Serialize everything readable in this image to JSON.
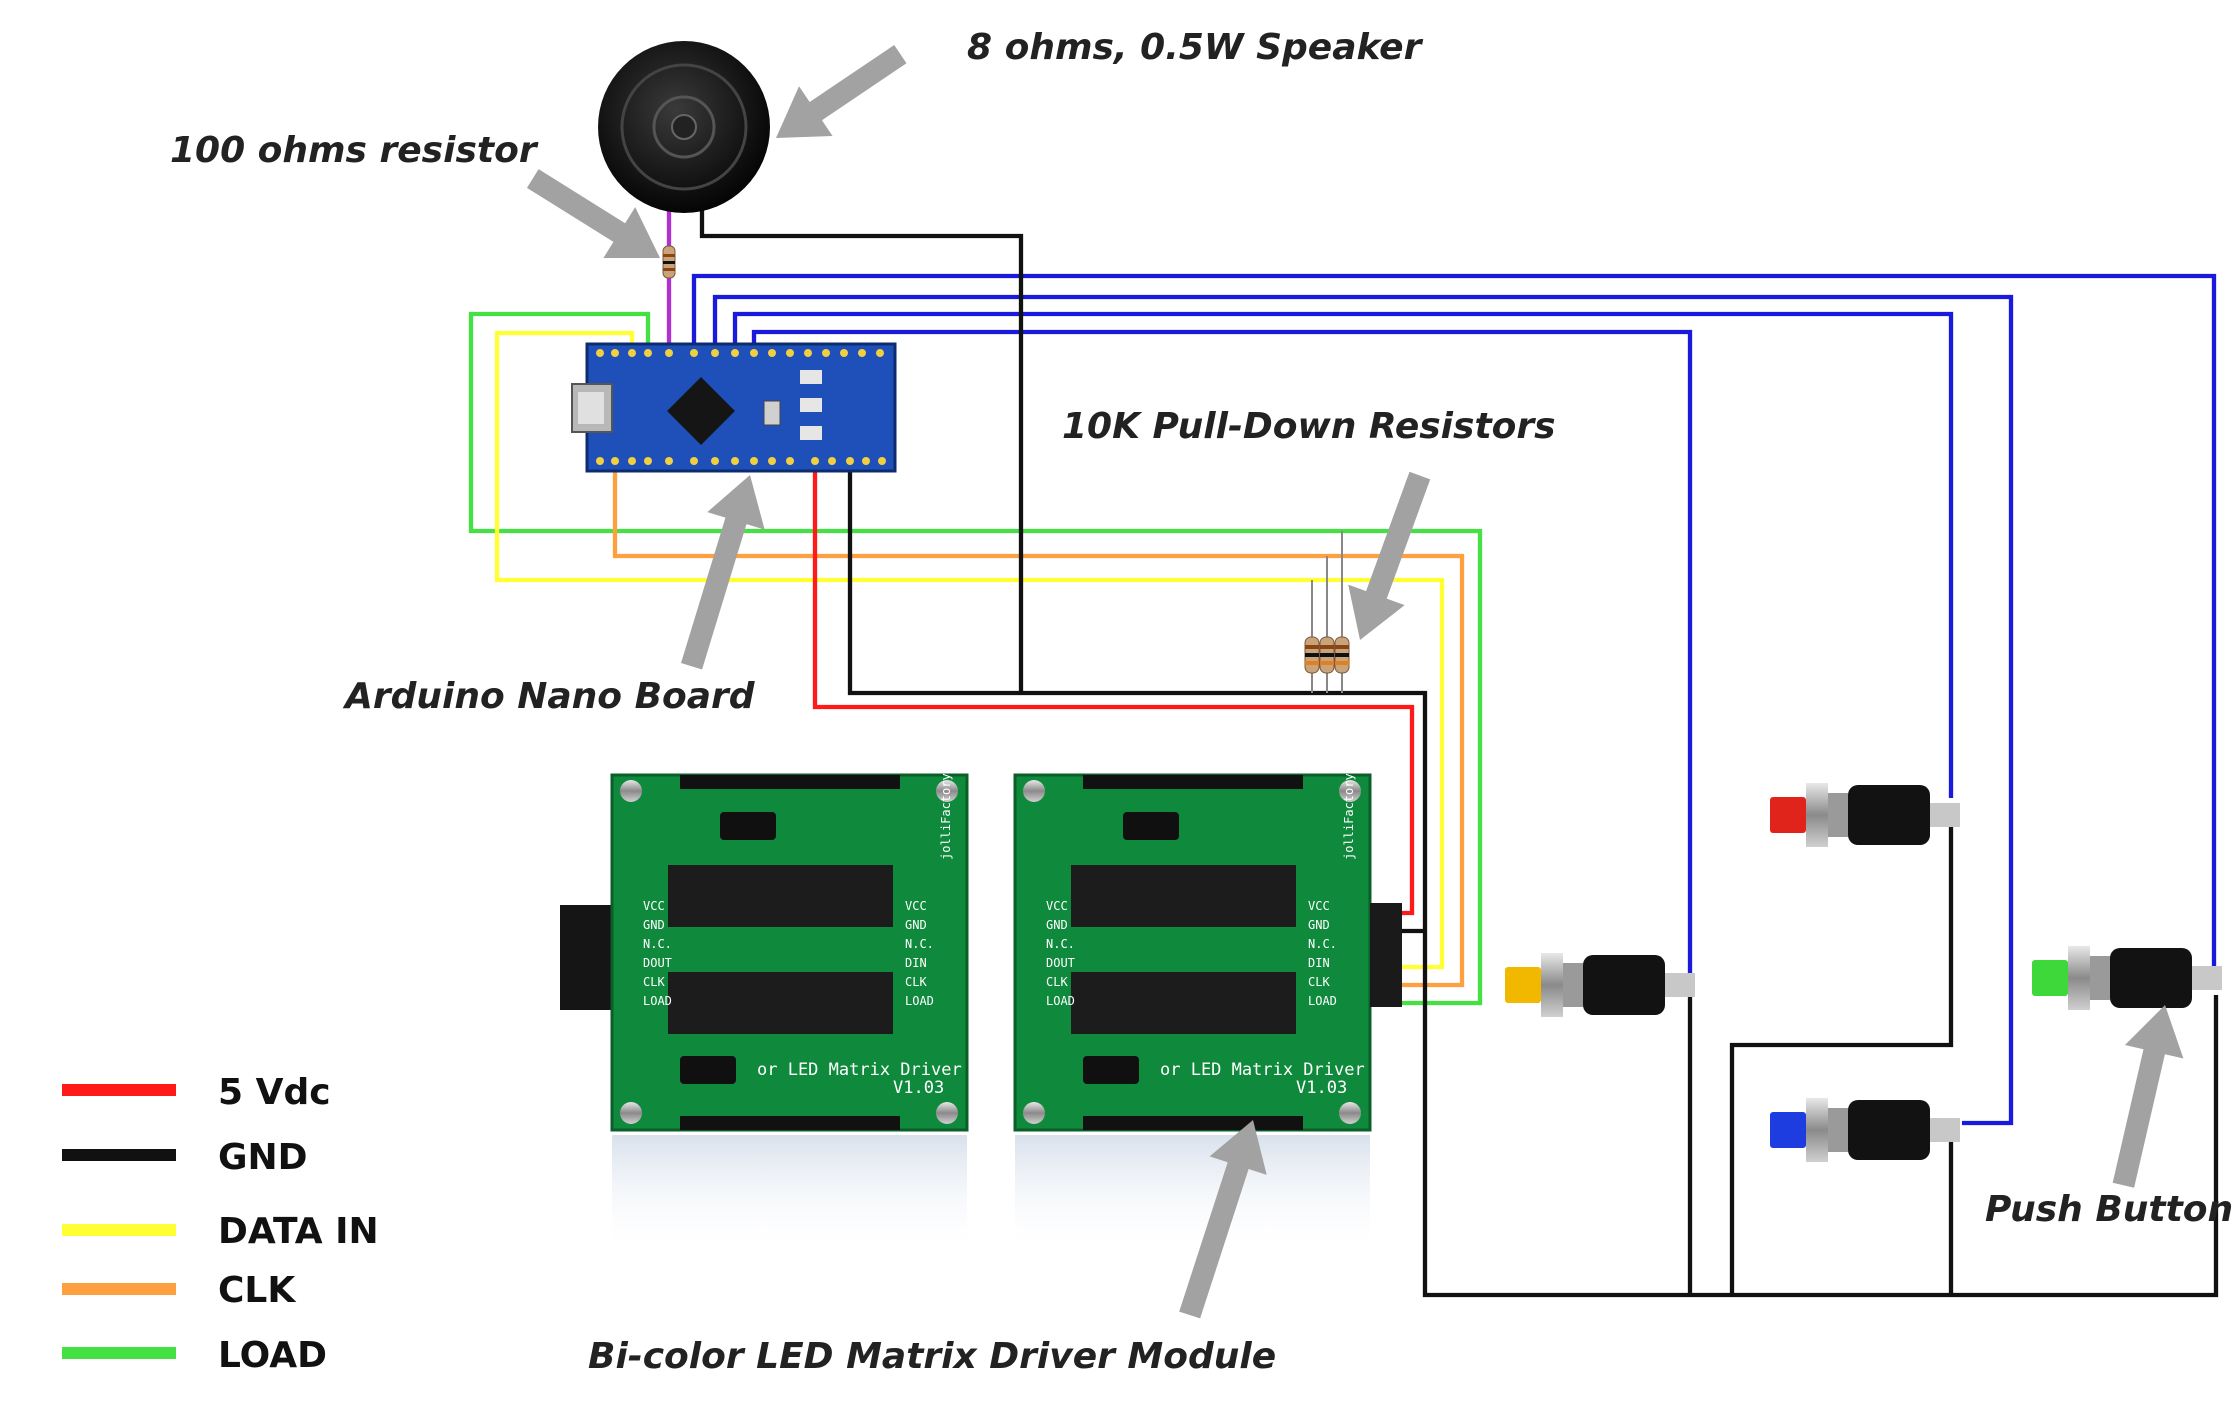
{
  "labels": {
    "speaker": "8 ohms, 0.5W Speaker",
    "resistor": "100 ohms resistor",
    "pulldown": "10K Pull-Down Resistors",
    "arduino": "Arduino Nano Board",
    "pushbutton": "Push Button",
    "module": "Bi-color LED Matrix Driver Module"
  },
  "legend": [
    {
      "label": "5 Vdc",
      "color": "#ff1a1a"
    },
    {
      "label": "GND",
      "color": "#111111"
    },
    {
      "label": "DATA IN",
      "color": "#ffff33"
    },
    {
      "label": "CLK",
      "color": "#ffa040"
    },
    {
      "label": "LOAD",
      "color": "#44e044"
    }
  ],
  "module_pins": [
    "VCC",
    "GND",
    "N.C.",
    "DOUT",
    "CLK",
    "LOAD"
  ],
  "module_pins_right": [
    "VCC",
    "GND",
    "N.C.",
    "DIN",
    "CLK",
    "LOAD"
  ],
  "module_board_text": "or LED Matrix Driver",
  "module_version": "V1.03",
  "module_brand": "jolliFactory",
  "wire_colors": {
    "blue": "#1a1adf",
    "purple": "#b030d0"
  },
  "button_colors": {
    "yellow": "#f2b800",
    "red": "#e0241b",
    "blue": "#1d3de0",
    "green": "#3ed83a"
  }
}
